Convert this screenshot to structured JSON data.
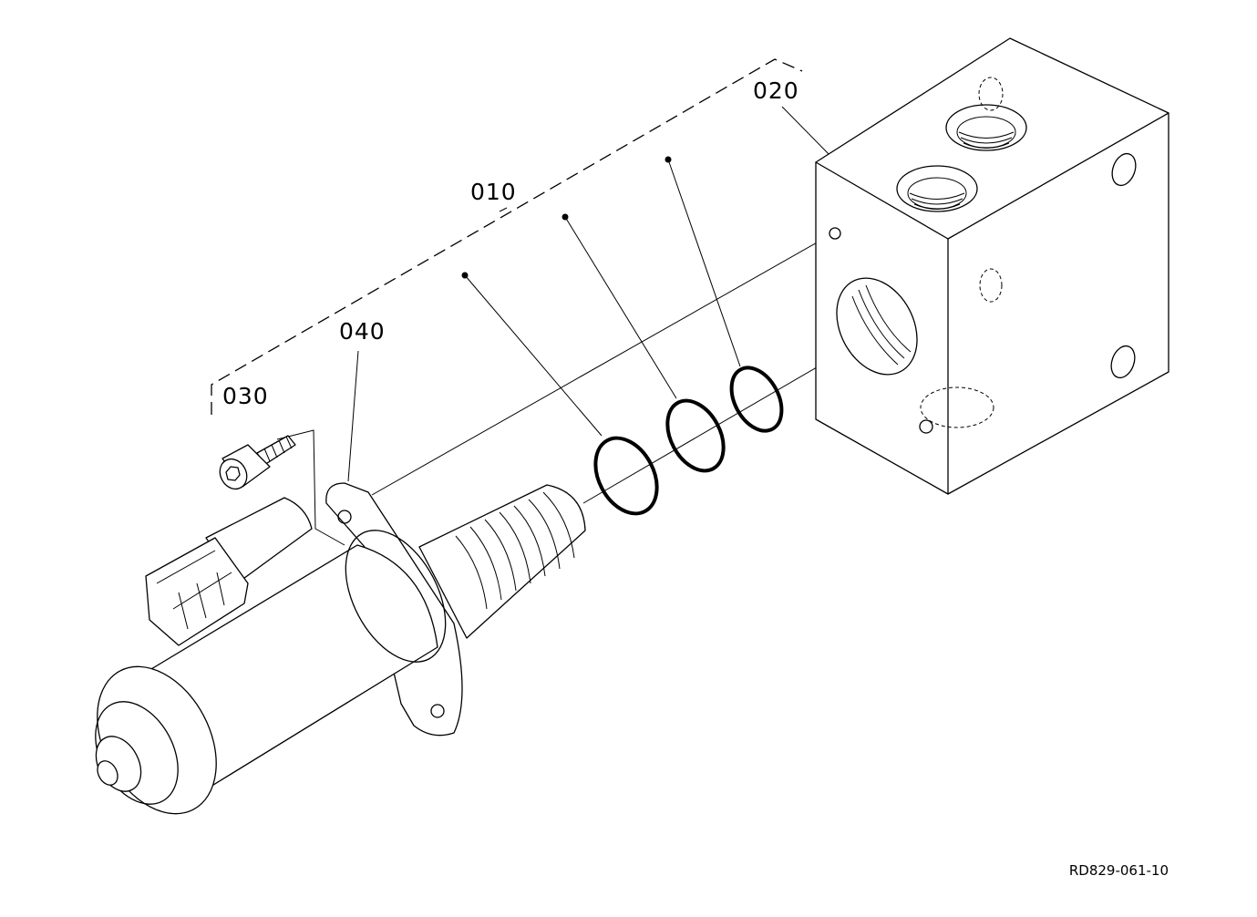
{
  "diagram": {
    "parts": [
      {
        "id": "part-010",
        "label": "010"
      },
      {
        "id": "part-020",
        "label": "020"
      },
      {
        "id": "part-030",
        "label": "030"
      },
      {
        "id": "part-040",
        "label": "040"
      }
    ],
    "reference_code": "RD829-061-10"
  },
  "colors": {
    "ink": "#000000",
    "paper": "#ffffff"
  }
}
